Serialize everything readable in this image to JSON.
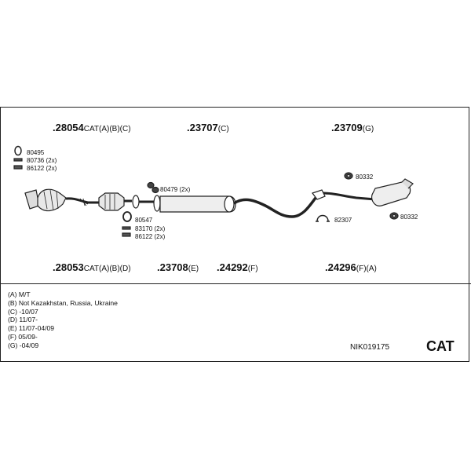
{
  "parts_top": [
    {
      "num": ".28054",
      "suffix": "CAT(A)(B)(C)"
    },
    {
      "num": ".23707",
      "suffix": "(C)"
    },
    {
      "num": ".23709",
      "suffix": "(G)"
    }
  ],
  "parts_bottom": [
    {
      "num": ".28053",
      "suffix": "CAT(A)(B)(D)"
    },
    {
      "num": ".23708",
      "suffix": "(E)"
    },
    {
      "num": ".24292",
      "suffix": "(F)"
    },
    {
      "num": ".24296",
      "suffix": "(F)(A)"
    }
  ],
  "small_parts": {
    "p80495": "80495",
    "p80736": "80736 (2x)",
    "p86122a": "86122 (2x)",
    "p80479": "80479 (2x)",
    "p80547": "80547",
    "p83170": "83170 (2x)",
    "p86122b": "86122 (2x)",
    "p80332a": "80332",
    "p82307": "82307",
    "p80332b": "80332"
  },
  "legend": [
    "(A) M/T",
    "(B) Not Kazakhstan, Russia, Ukraine",
    "(C) -10/07",
    "(D) 11/07-",
    "(E) 11/07-04/09",
    "(F) 05/09-",
    "(G) -04/09"
  ],
  "kit_code": "NIK019175",
  "category_tag": "CAT"
}
